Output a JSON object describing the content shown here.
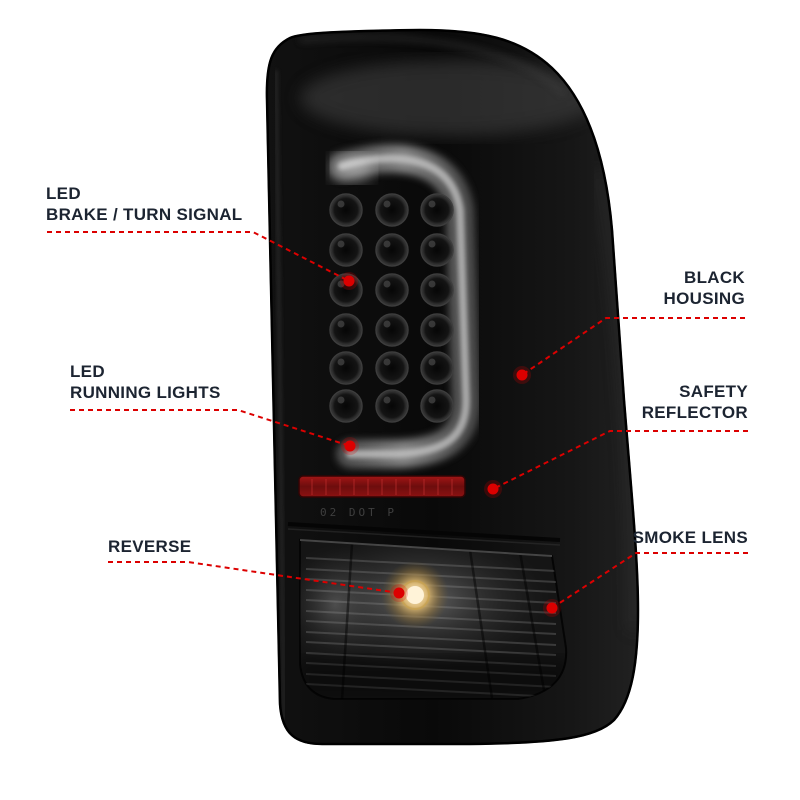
{
  "colors": {
    "background": "#ffffff",
    "accent_red": "#dc0000",
    "label_text": "#1c2431"
  },
  "callouts": [
    {
      "id": "led-brake-turn-signal",
      "lines": [
        "LED",
        "BRAKE / TURN SIGNAL"
      ]
    },
    {
      "id": "black-housing",
      "lines": [
        "BLACK",
        "HOUSING"
      ]
    },
    {
      "id": "led-running-lights",
      "lines": [
        "LED",
        "RUNNING LIGHTS"
      ]
    },
    {
      "id": "safety-reflector",
      "lines": [
        "SAFETY",
        "REFLECTOR"
      ]
    },
    {
      "id": "reverse",
      "lines": [
        "REVERSE"
      ]
    },
    {
      "id": "smoke-lens",
      "lines": [
        "SMOKE LENS"
      ]
    }
  ],
  "illustration": {
    "name": "smoked-led-tail-light",
    "stamp_text": "02 DOT P"
  }
}
